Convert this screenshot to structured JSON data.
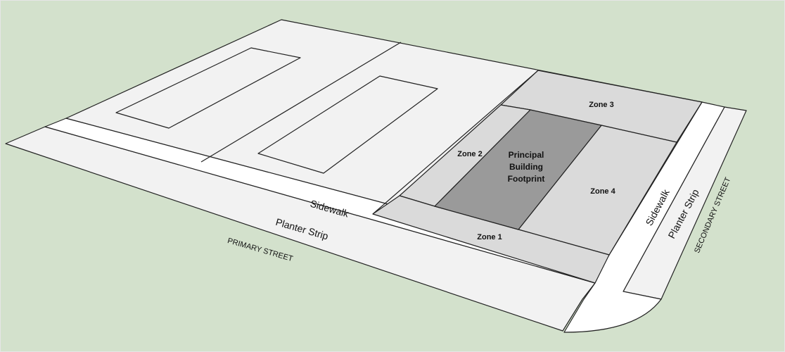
{
  "labels": {
    "sidewalk_primary": "Sidewalk",
    "planter_primary": "Planter Strip",
    "primary_street": "PRIMARY STREET",
    "sidewalk_secondary": "Sidewalk",
    "planter_secondary": "Planter Strip",
    "secondary_street": "SECONDARY STREET",
    "zone1": "Zone 1",
    "zone2": "Zone 2",
    "zone3": "Zone 3",
    "zone4": "Zone 4",
    "footprint_line1": "Principal",
    "footprint_line2": "Building",
    "footprint_line3": "Footprint"
  },
  "colors": {
    "ground": "#d3e1cc",
    "lot": "#f2f2f2",
    "sidewalk": "#ffffff",
    "zone": "#dadada",
    "footprint": "#9a9a9a",
    "outline": "#222222"
  }
}
